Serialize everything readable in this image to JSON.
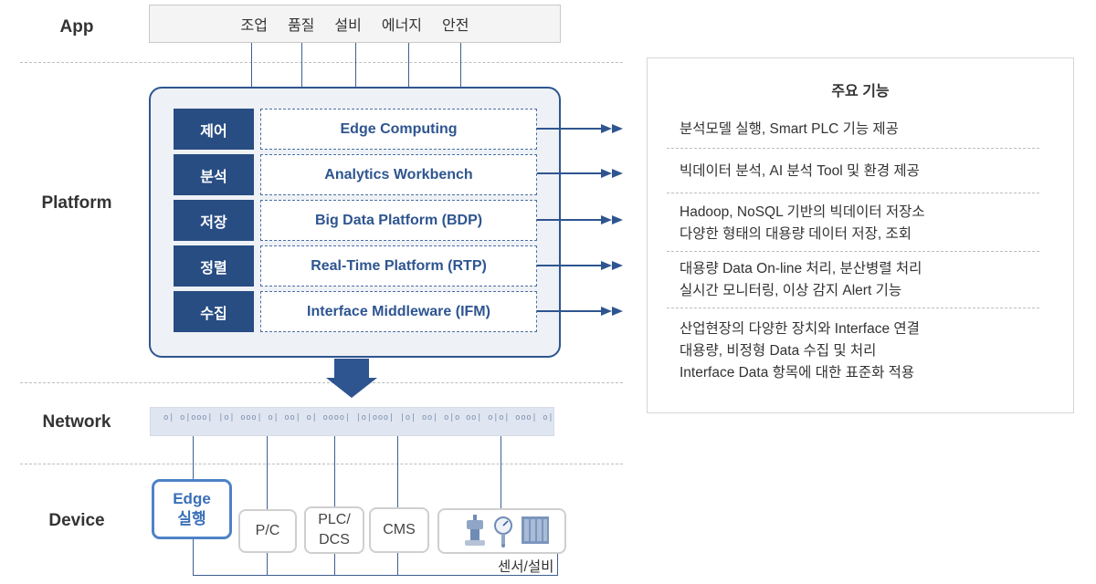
{
  "layers": {
    "app": "App",
    "platform": "Platform",
    "network": "Network",
    "device": "Device"
  },
  "app_items": [
    "조업",
    "품질",
    "설비",
    "에너지",
    "안전"
  ],
  "platform_rows": [
    {
      "label": "제어",
      "name": "Edge Computing"
    },
    {
      "label": "분석",
      "name": "Analytics Workbench"
    },
    {
      "label": "저장",
      "name": "Big Data Platform (BDP)"
    },
    {
      "label": "정렬",
      "name": "Real-Time Platform (RTP)"
    },
    {
      "label": "수집",
      "name": "Interface Middleware (IFM)"
    }
  ],
  "features": {
    "title": "주요 기능",
    "items": [
      [
        "분석모델 실행, Smart PLC 기능 제공"
      ],
      [
        "빅데이터 분석, AI 분석 Tool 및 환경 제공"
      ],
      [
        "Hadoop, NoSQL 기반의 빅데이터 저장소",
        "다양한 형태의 대용량 데이터 저장, 조회"
      ],
      [
        "대용량 Data On-line 처리, 분산병렬 처리",
        "실시간 모니터링, 이상 감지 Alert 기능"
      ],
      [
        "산업현장의 다양한 장치와 Interface 연결",
        "대용량, 비정형 Data 수집 및 처리",
        "Interface Data 항목에 대한 표준화 적용"
      ]
    ]
  },
  "network_bits": "o| o|ooo|  |o| ooo|  o| oo|  o| oooo|  |o|ooo| |o| oo|  o|o oo| o|o|  ooo|  o| ooo|  |o| ooo| o|",
  "devices": {
    "edge": [
      "Edge",
      "실행"
    ],
    "pc": "P/C",
    "plc": [
      "PLC/",
      "DCS"
    ],
    "cms": "CMS",
    "sensor_caption": "센서/설비",
    "sensor_icons": [
      "valve-icon",
      "pressure-gauge-icon",
      "panel-icon"
    ]
  },
  "colors": {
    "primary": "#2e5590",
    "label_bg": "#284d83",
    "edge": "#4e82c7",
    "network_bg": "#dfe6f1"
  }
}
